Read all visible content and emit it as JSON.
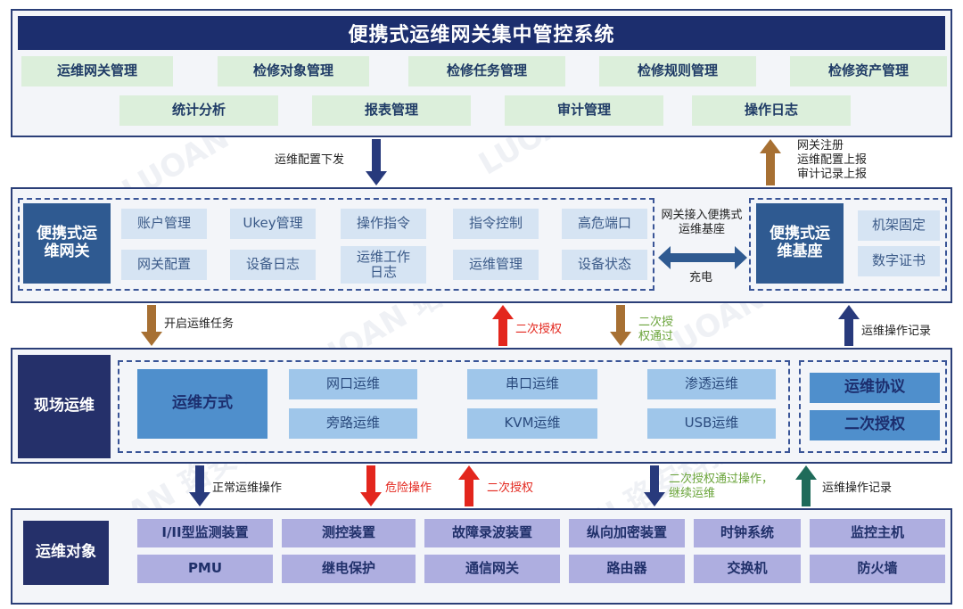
{
  "top": {
    "title": "便携式运维网关集中管控系统",
    "row1": [
      "运维网关管理",
      "检修对象管理",
      "检修任务管理",
      "检修规则管理",
      "检修资产管理"
    ],
    "row2": [
      "统计分析",
      "报表管理",
      "审计管理",
      "操作日志"
    ]
  },
  "gateway": {
    "label": "便携式运维网关",
    "row1": [
      "账户管理",
      "Ukey管理",
      "操作指令",
      "指令控制",
      "高危端口"
    ],
    "row2": [
      "网关配置",
      "设备日志",
      "运维工作日志",
      "运维管理",
      "设备状态"
    ],
    "link_top": "网关接入便携式运维基座",
    "link_bottom": "充电",
    "base_label": "便携式运维基座",
    "base_items": [
      "机架固定",
      "数字证书"
    ]
  },
  "field": {
    "label": "现场运维",
    "method_label": "运维方式",
    "methods_row1": [
      "网口运维",
      "串口运维",
      "渗透运维"
    ],
    "methods_row2": [
      "旁路运维",
      "KVM运维",
      "USB运维"
    ],
    "right_items": [
      "运维协议",
      "二次授权"
    ]
  },
  "objects": {
    "label": "运维对象",
    "row1": [
      "I/II型监测装置",
      "测控装置",
      "故障录波装置",
      "纵向加密装置",
      "时钟系统",
      "监控主机"
    ],
    "row2": [
      "PMU",
      "继电保护",
      "通信网关",
      "路由器",
      "交换机",
      "防火墙"
    ]
  },
  "arrows": {
    "config_down": "运维配置下发",
    "report_up": [
      "网关注册",
      "运维配置上报",
      "审计记录上报"
    ],
    "start_task": "开启运维任务",
    "second_auth": "二次授权",
    "auth_pass": [
      "二次授",
      "权通过"
    ],
    "op_record": "运维操作记录",
    "normal_op": "正常运维操作",
    "danger_op": "危险操作",
    "second_auth2": "二次授权",
    "auth_pass_op": [
      "二次授权通过操作，",
      "继续运维"
    ],
    "op_record2": "运维操作记录"
  },
  "watermark": "LUOAN 珞安科技",
  "colors": {
    "navy": "#1c2e6e",
    "green_cell": "#dcefdb",
    "light_blue_cell": "#d6e4f3",
    "arrow_navy": "#283a7c",
    "arrow_brown": "#a77033",
    "arrow_red": "#e3261d",
    "arrow_teal": "#1f6b5a"
  }
}
